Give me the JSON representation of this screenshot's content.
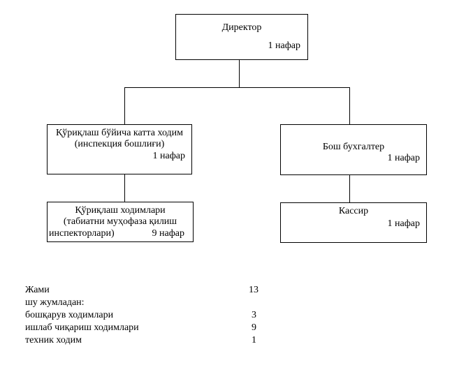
{
  "org_chart": {
    "director": {
      "title": "Директор",
      "count": "1 нафар"
    },
    "inspection_head": {
      "title_line1": "Қўриқлаш бўйича катта ходим",
      "title_line2": "(инспекция бошлиғи)",
      "count": "1 нафар"
    },
    "inspectors": {
      "title_line1": "Қўриқлаш ходимлари",
      "title_line2": "(табиатни муҳофаза қилиш",
      "title_line3": "инспекторлари)",
      "count": "9 нафар"
    },
    "chief_accountant": {
      "title": "Бош бухгалтер",
      "count": "1 нафар"
    },
    "cashier": {
      "title": "Кассир",
      "count": "1 нафар"
    }
  },
  "summary": {
    "total_label": "Жами",
    "total_value": "13",
    "including_label": "шу жумладан:",
    "rows": [
      {
        "label": "бошқарув ходимлари",
        "value": "3"
      },
      {
        "label": "ишлаб чиқариш ходимлари",
        "value": "9"
      },
      {
        "label": "техник ходим",
        "value": "1"
      }
    ]
  }
}
